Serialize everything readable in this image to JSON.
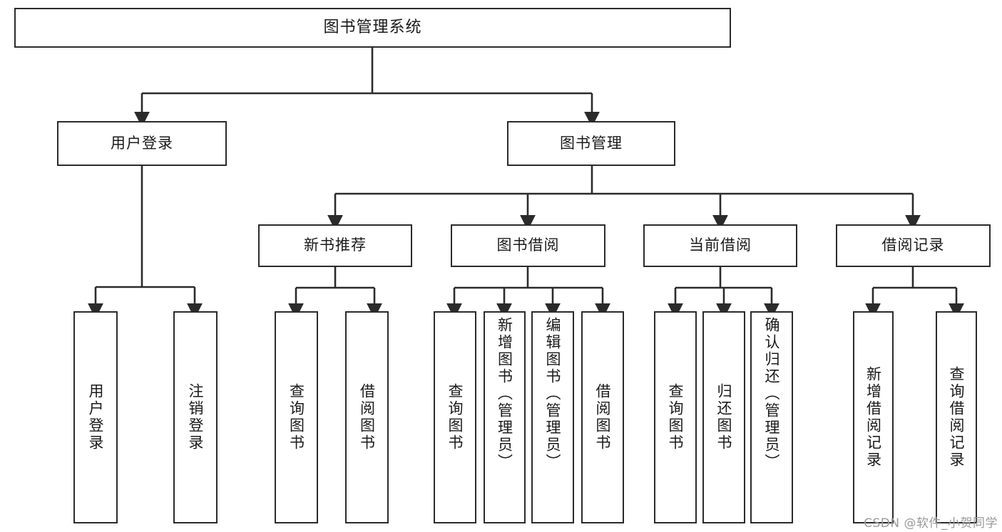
{
  "diagram": {
    "title": "图书管理系统",
    "type": "hierarchy-tree",
    "colors": {
      "box_border": "#2b2b2b",
      "box_fill": "#ffffff",
      "connector": "#2b2b2b",
      "text": "#1a1a1a",
      "watermark": "#9a9a9a"
    },
    "root": {
      "label": "图书管理系统"
    },
    "level2": [
      {
        "label": "用户登录"
      },
      {
        "label": "图书管理"
      }
    ],
    "level3": [
      {
        "label": "新书推荐"
      },
      {
        "label": "图书借阅"
      },
      {
        "label": "当前借阅"
      },
      {
        "label": "借阅记录"
      }
    ],
    "leaves": {
      "user_login": [
        {
          "label": "用户登录"
        },
        {
          "label": "注销登录"
        }
      ],
      "new_book_recommend": [
        {
          "label": "查询图书"
        },
        {
          "label": "借阅图书"
        }
      ],
      "book_borrow": [
        {
          "label": "查询图书"
        },
        {
          "label": "新增图书（管理员）"
        },
        {
          "label": "编辑图书（管理员）"
        },
        {
          "label": "借阅图书"
        }
      ],
      "current_borrow": [
        {
          "label": "查询图书"
        },
        {
          "label": "归还图书"
        },
        {
          "label": "确认归还（管理员）"
        }
      ],
      "borrow_records": [
        {
          "label": "新增借阅记录"
        },
        {
          "label": "查询借阅记录"
        }
      ]
    }
  },
  "watermark": {
    "text": "CSDN @软件_小贺同学"
  }
}
